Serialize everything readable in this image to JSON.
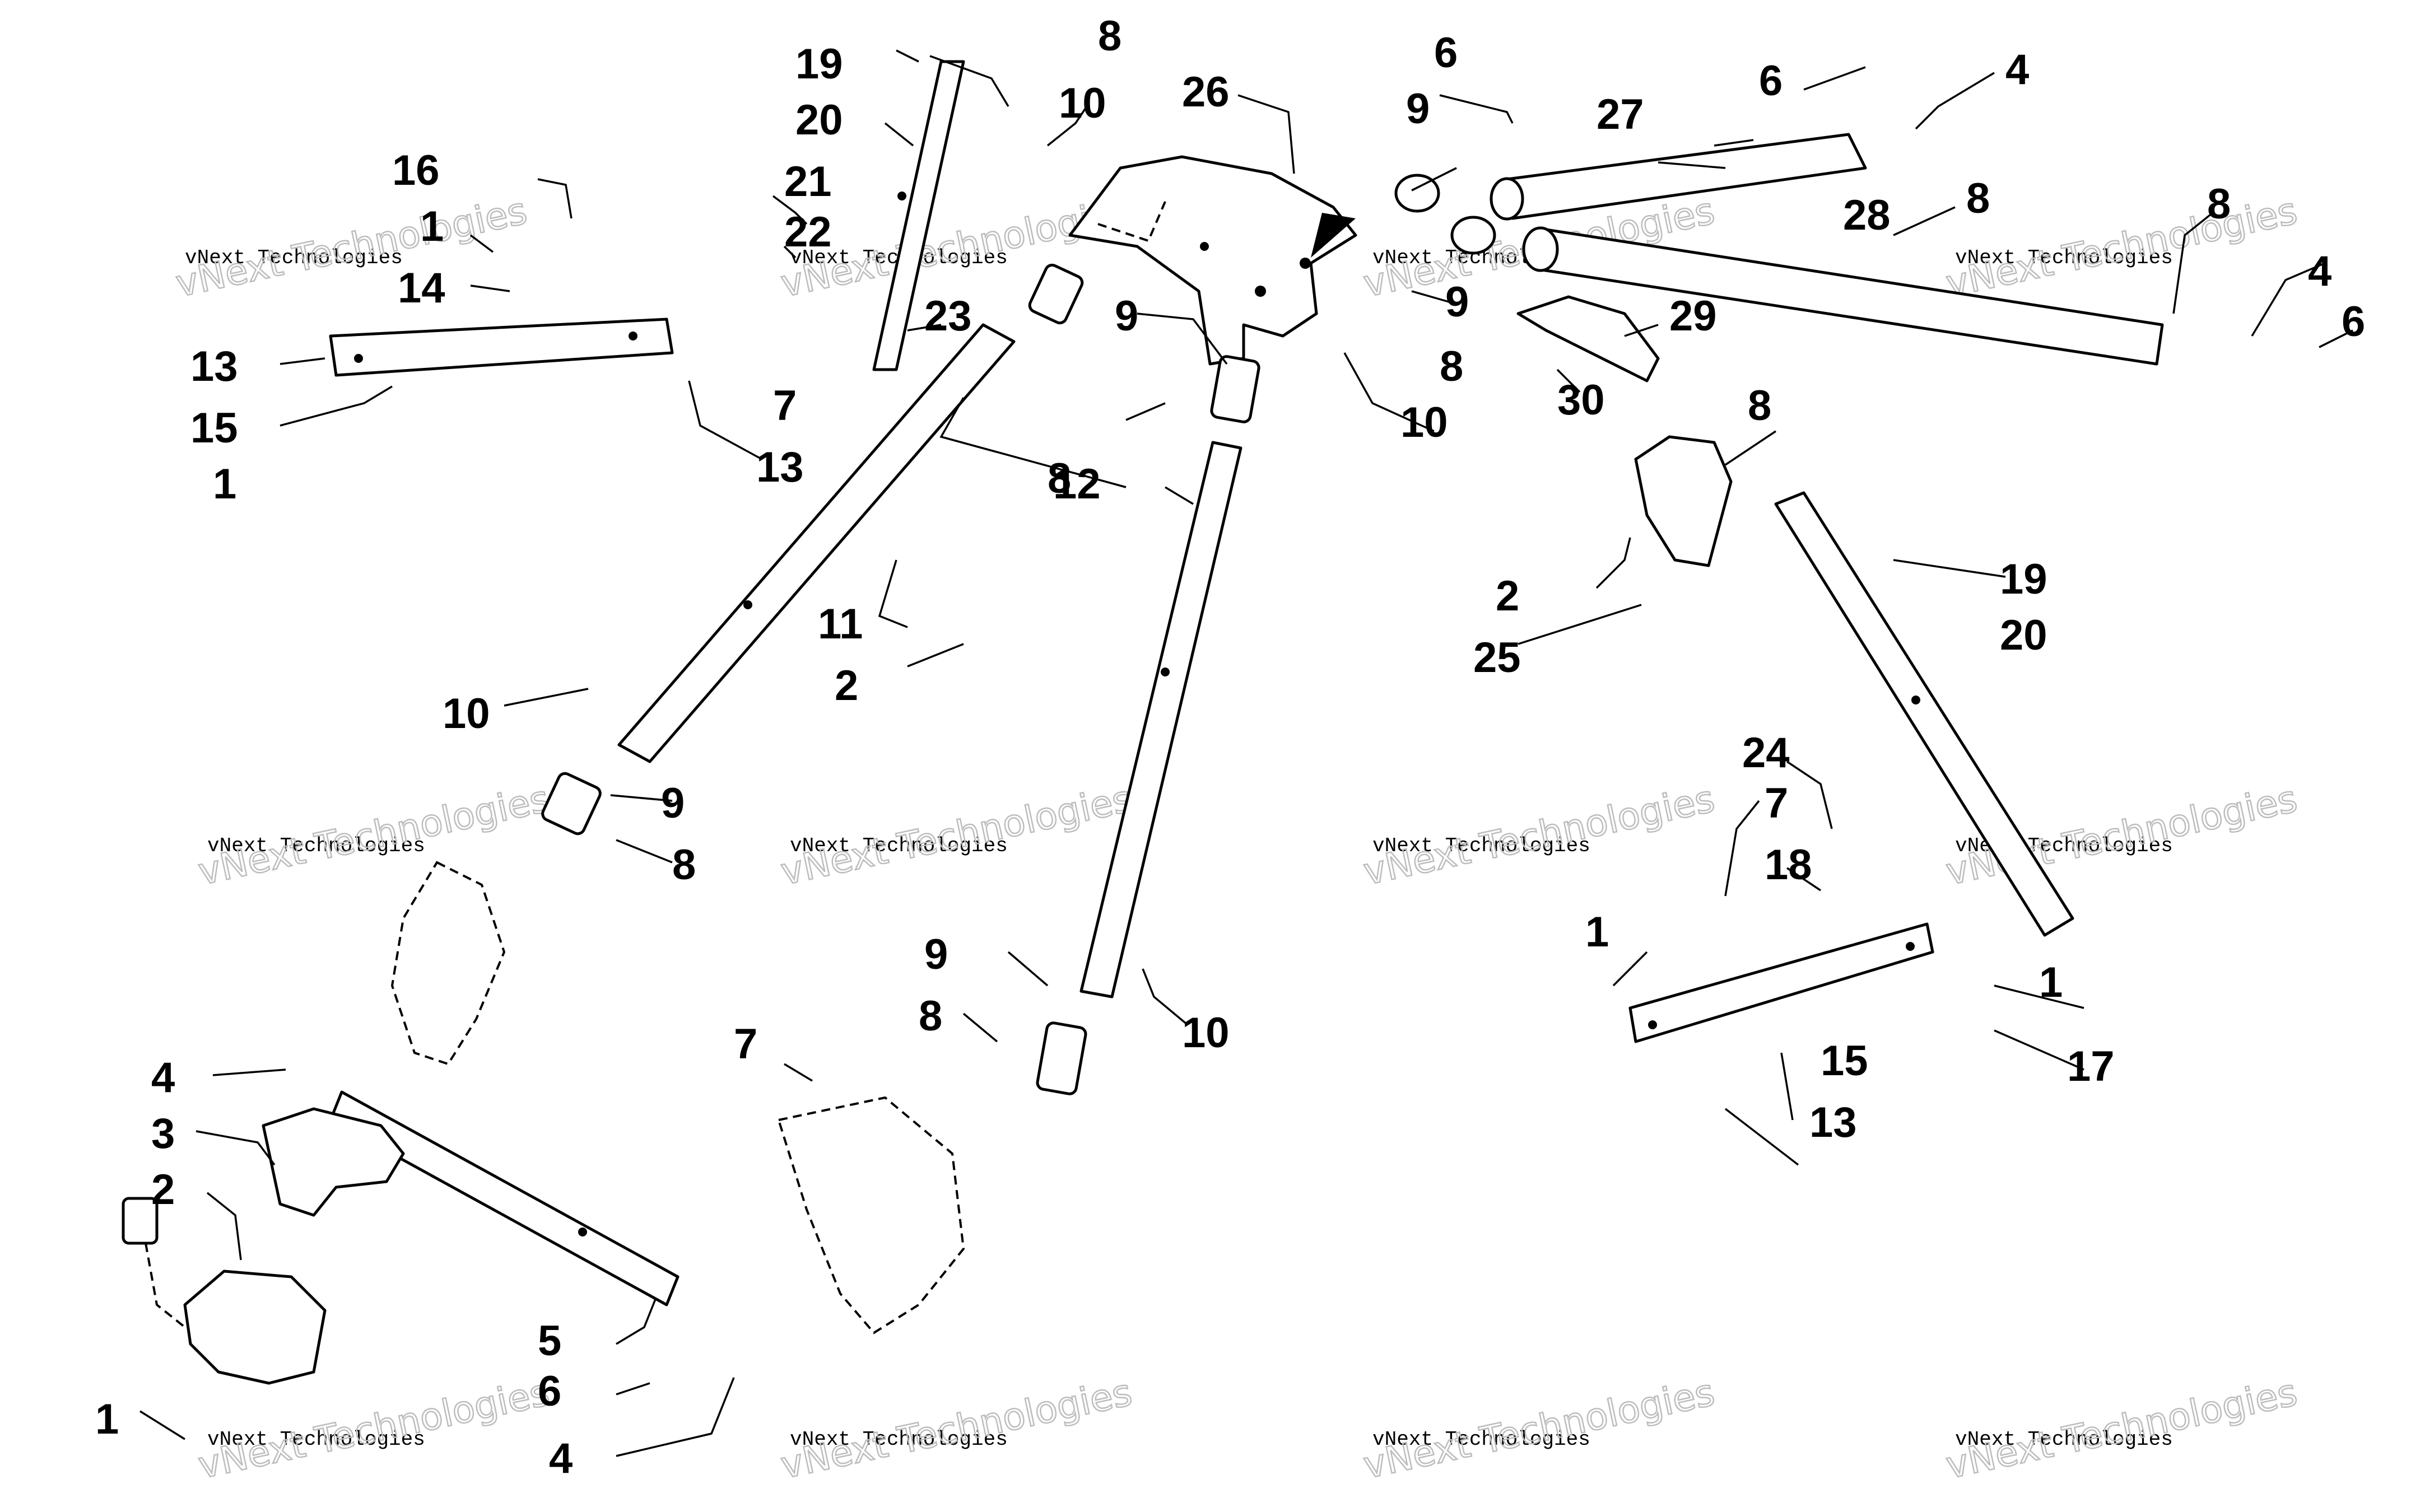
{
  "callouts": [
    {
      "id": "c1",
      "t": "1"
    },
    {
      "id": "c2",
      "t": "1"
    },
    {
      "id": "c3",
      "t": "1"
    },
    {
      "id": "c4",
      "t": "1"
    },
    {
      "id": "c5",
      "t": "1"
    },
    {
      "id": "c6",
      "t": "2"
    },
    {
      "id": "c7",
      "t": "2"
    },
    {
      "id": "c8",
      "t": "2"
    },
    {
      "id": "c9",
      "t": "3"
    },
    {
      "id": "c10",
      "t": "4"
    },
    {
      "id": "c11",
      "t": "4"
    },
    {
      "id": "c12",
      "t": "4"
    },
    {
      "id": "c13",
      "t": "4"
    },
    {
      "id": "c14",
      "t": "5"
    },
    {
      "id": "c15",
      "t": "6"
    },
    {
      "id": "c16",
      "t": "6"
    },
    {
      "id": "c17",
      "t": "6"
    },
    {
      "id": "c18",
      "t": "6"
    },
    {
      "id": "c19",
      "t": "7"
    },
    {
      "id": "c20",
      "t": "7"
    },
    {
      "id": "c21",
      "t": "7"
    },
    {
      "id": "c22",
      "t": "8"
    },
    {
      "id": "c23",
      "t": "8"
    },
    {
      "id": "c24",
      "t": "8"
    },
    {
      "id": "c25",
      "t": "8"
    },
    {
      "id": "c26",
      "t": "8"
    },
    {
      "id": "c27",
      "t": "8"
    },
    {
      "id": "c28",
      "t": "8"
    },
    {
      "id": "c29",
      "t": "8"
    },
    {
      "id": "c30",
      "t": "9"
    },
    {
      "id": "c31",
      "t": "9"
    },
    {
      "id": "c32",
      "t": "9"
    },
    {
      "id": "c33",
      "t": "9"
    },
    {
      "id": "c34",
      "t": "9"
    },
    {
      "id": "c35",
      "t": "10"
    },
    {
      "id": "c36",
      "t": "10"
    },
    {
      "id": "c37",
      "t": "10"
    },
    {
      "id": "c38",
      "t": "10"
    },
    {
      "id": "c39",
      "t": "11"
    },
    {
      "id": "c40",
      "t": "12"
    },
    {
      "id": "c41",
      "t": "13"
    },
    {
      "id": "c42",
      "t": "13"
    },
    {
      "id": "c43",
      "t": "13"
    },
    {
      "id": "c44",
      "t": "14"
    },
    {
      "id": "c45",
      "t": "15"
    },
    {
      "id": "c46",
      "t": "15"
    },
    {
      "id": "c47",
      "t": "16"
    },
    {
      "id": "c48",
      "t": "17"
    },
    {
      "id": "c49",
      "t": "18"
    },
    {
      "id": "c50",
      "t": "19"
    },
    {
      "id": "c51",
      "t": "19"
    },
    {
      "id": "c52",
      "t": "20"
    },
    {
      "id": "c53",
      "t": "20"
    },
    {
      "id": "c54",
      "t": "21"
    },
    {
      "id": "c55",
      "t": "22"
    },
    {
      "id": "c56",
      "t": "23"
    },
    {
      "id": "c57",
      "t": "24"
    },
    {
      "id": "c58",
      "t": "25"
    },
    {
      "id": "c59",
      "t": "26"
    },
    {
      "id": "c60",
      "t": "27"
    },
    {
      "id": "c61",
      "t": "28"
    },
    {
      "id": "c62",
      "t": "29"
    },
    {
      "id": "c63",
      "t": "30"
    }
  ],
  "watermark": {
    "line1": "vNext Technologies",
    "line2": "vNext Technologies"
  }
}
